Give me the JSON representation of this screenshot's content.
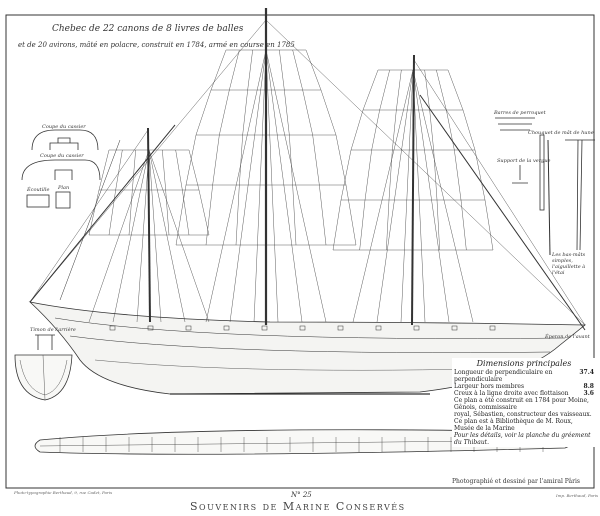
{
  "title": {
    "line1": "Chebec de 22 canons de 8 livres de balles",
    "line2": "et de 20 avirons, mâté en polacre, construit en 1784, armé en course en 1785"
  },
  "details": {
    "section_top": "Coupe du cassier",
    "section_mid": "Coupe du cassier",
    "hatch": "Écoutille",
    "plan": "Plan",
    "rudder_head": "Timon de l'arrière",
    "bow_label": "Éperon de l'avant",
    "topmast_tops": "Barres de perroquet",
    "mast_cap": "Chouquet de mât de hune",
    "yoke": "Support de la vergue",
    "yard_note": "Les bas-mâts simples, l'aiguillette à l'étai"
  },
  "dimensions": {
    "heading": "Dimensions principales",
    "rows": [
      {
        "label": "Longueur de perpendiculaire en perpendiculaire",
        "value": "37.4"
      },
      {
        "label": "Largeur hors membres",
        "value": "8.8"
      },
      {
        "label": "Creux à la ligne droite avec flottaison",
        "value": "3.6"
      }
    ],
    "notes": [
      "Ce plan a été construit en 1784 pour Moine, Gênois, commissaire",
      "royal, Sébastien, constructeur des vaisseaux.",
      "Ce plan est à Bibliothèque de M. Roux, Musée de la Marine"
    ],
    "footer": "Pour les détails, voir la planche du gréement du Thibaut."
  },
  "footer": {
    "plate_number": "N° 25",
    "series": "Souvenirs de Marine Conservés",
    "left_credit": "Photo-typographie Berthaud, 9, rue Cadet, Paris",
    "right_credit": "Photographié et dessiné par l'amiral Pâris",
    "printer": "Imp. Berthaud, Paris"
  }
}
